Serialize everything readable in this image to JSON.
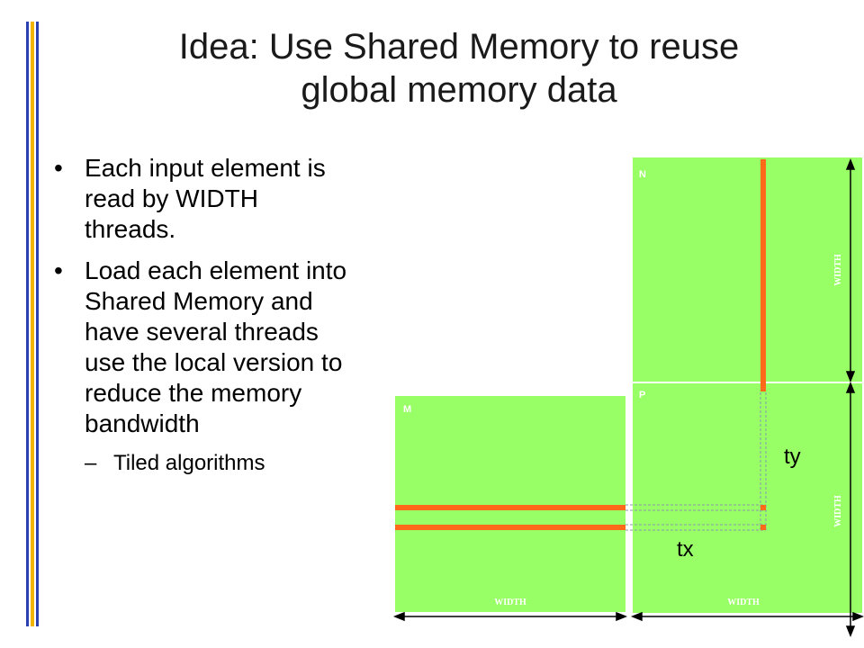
{
  "slide": {
    "title_line1": "Idea: Use Shared Memory to reuse",
    "title_line2": "global memory data",
    "bullets": [
      {
        "marker": "•",
        "lines": [
          "Each input element is",
          "read by WIDTH",
          "threads."
        ]
      },
      {
        "marker": "•",
        "lines": [
          "Load each element into",
          "Shared Memory and",
          "have several threads",
          "use the local version to",
          "reduce the memory",
          "bandwidth"
        ]
      }
    ],
    "sub_bullet": {
      "marker": "–",
      "text": "Tiled algorithms"
    }
  },
  "diagram": {
    "matrix_m_label": "M",
    "matrix_n_label": "N",
    "matrix_p_label": "P",
    "width_label": "WIDTH",
    "tx_label": "tx",
    "ty_label": "ty",
    "colors": {
      "matrix_fill": "#99ff66",
      "highlight": "#ff6a1a"
    }
  }
}
